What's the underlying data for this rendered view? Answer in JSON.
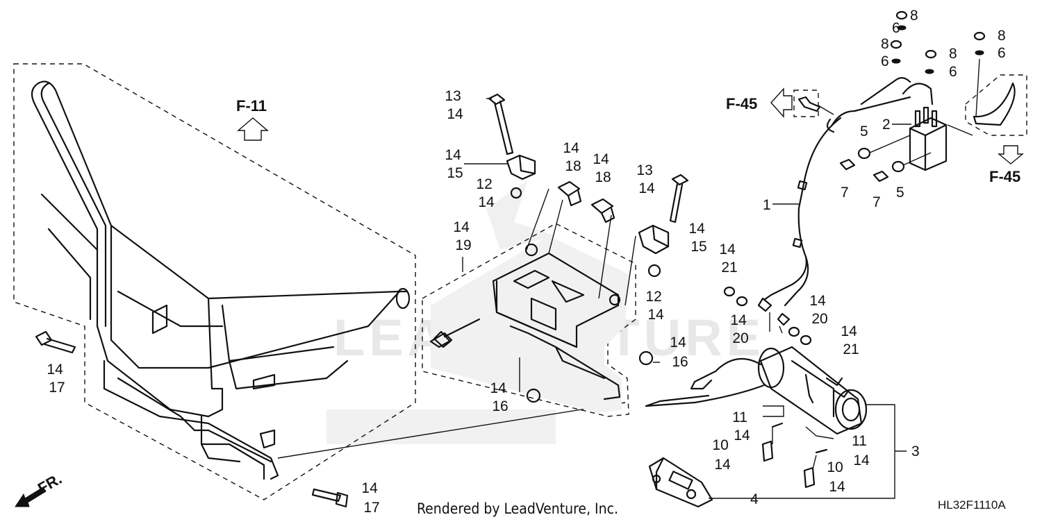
{
  "diagram": {
    "refs": {
      "f11": "F-11",
      "f45_left": "F-45",
      "f45_right": "F-45",
      "front": "FR."
    },
    "callouts": {
      "c13_14_a": [
        "13",
        "14"
      ],
      "c14_15_a": [
        "14",
        "15"
      ],
      "c12_14_a": [
        "12",
        "14"
      ],
      "c14_18_a": [
        "14",
        "18"
      ],
      "c14_18_b": [
        "14",
        "18"
      ],
      "c13_14_b": [
        "13",
        "14"
      ],
      "c14_15_b": [
        "14",
        "15"
      ],
      "c14_19": [
        "14",
        "19"
      ],
      "c12_14_b": [
        "12",
        "14"
      ],
      "c14_21_a": [
        "14",
        "21"
      ],
      "c14_20_a": [
        "14",
        "20"
      ],
      "c14_20_b": [
        "14",
        "20"
      ],
      "c14_21_b": [
        "14",
        "21"
      ],
      "c14_16_a": [
        "14",
        "16"
      ],
      "c14_16_b": [
        "14",
        "16"
      ],
      "c14_17_a": [
        "14",
        "17"
      ],
      "c14_17_b": [
        "14",
        "17"
      ],
      "c11_14_a": [
        "11",
        "14"
      ],
      "c10_14_a": [
        "10",
        "14"
      ],
      "c11_14_b": [
        "11",
        "14"
      ],
      "c10_14_b": [
        "10",
        "14"
      ]
    },
    "singles": {
      "n1": "1",
      "n2": "2",
      "n3": "3",
      "n4": "4",
      "n5_a": "5",
      "n5_b": "5",
      "n7_a": "7",
      "n7_b": "7",
      "n8_a": "8",
      "n8_b": "8",
      "n8_c": "8",
      "n8_d": "8",
      "n6_a": "6",
      "n6_b": "6",
      "n6_c": "6",
      "n6_d": "6"
    },
    "credit": "Rendered by LeadVenture, Inc.",
    "code": "HL32F1110A",
    "watermark": "LEADVENTURE"
  }
}
